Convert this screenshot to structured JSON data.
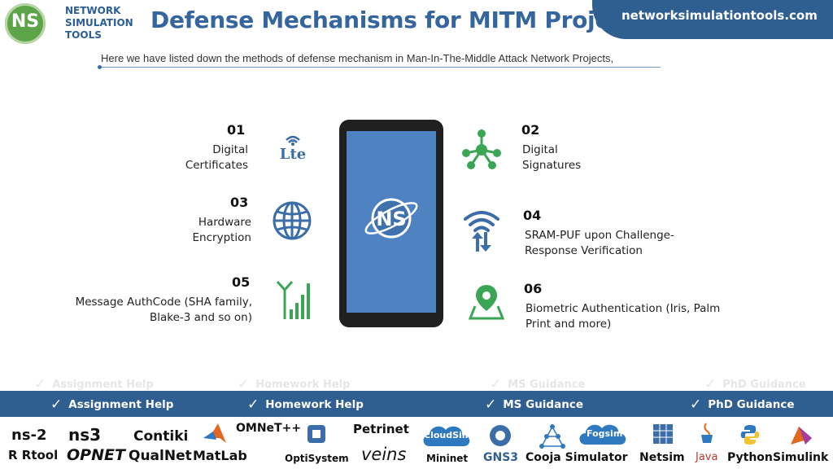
{
  "brand": {
    "logo_initials": "NS",
    "logo_lines": [
      "NETWORK",
      "SIMULATION",
      "TOOLS"
    ],
    "site": "networksimulationtools.com"
  },
  "title": "Defense Mechanisms for MITM Projects",
  "intro": "Here we have listed down the methods of defense mechanism in Man-In-The-Middle Attack Network Projects,",
  "phone": {
    "logo": "NS"
  },
  "items": [
    {
      "num": "01",
      "lines": [
        "Digital",
        "Certificates"
      ],
      "icon": "lte-signal-icon"
    },
    {
      "num": "02",
      "lines": [
        "Digital",
        "Signatures"
      ],
      "icon": "network-nodes-icon"
    },
    {
      "num": "03",
      "lines": [
        "Hardware",
        "Encryption"
      ],
      "icon": "globe-icon"
    },
    {
      "num": "04",
      "lines": [
        "SRAM-PUF upon Challenge-",
        "Response Verification"
      ],
      "icon": "wifi-transfer-icon"
    },
    {
      "num": "05",
      "lines": [
        "Message AuthCode (SHA family,",
        "Blake-3 and so on)"
      ],
      "icon": "signal-tower-icon"
    },
    {
      "num": "06",
      "lines": [
        "Biometric Authentication (Iris, Palm",
        "Print and more)"
      ],
      "icon": "map-pin-icon"
    }
  ],
  "services": [
    "Assignment Help",
    "Homework Help",
    "MS  Guidance",
    "PhD  Guidance"
  ],
  "tools": [
    "ns-2",
    "ns3",
    "Contiki",
    "OMNeT++",
    "Petrinet",
    "CloudSim",
    "Fogsim",
    "R Rtool",
    "OPNET",
    "QualNet",
    "MatLab",
    "OptiSystem",
    "veins",
    "Mininet",
    "GNS3",
    "Cooja Simulator",
    "Netsim",
    "Java",
    "Python",
    "Simulink"
  ],
  "colors": {
    "primary": "#2f5e91",
    "title": "#34659f",
    "screen": "#4e82c0",
    "logo_green": "#5da348",
    "icon_green": "#3aa655",
    "icon_blue": "#3b6ea8"
  }
}
